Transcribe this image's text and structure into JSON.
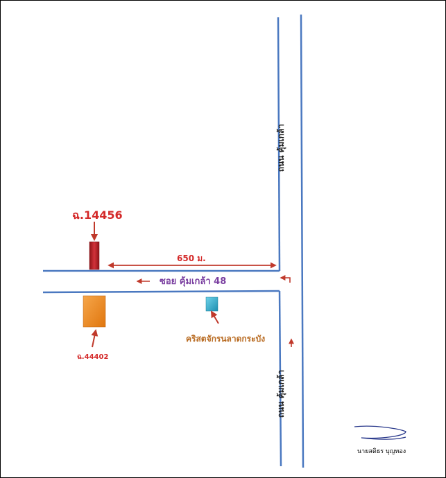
{
  "labels": {
    "plot_a": "ฉ.14456",
    "plot_b": "ฉ.44402",
    "distance": "650 ม.",
    "soi": "ซอย คุ้มเกล้า 48",
    "main_road_top": "ถนน คุ้มเกล้า",
    "main_road_bottom": "ถนน คุ้มเกล้า",
    "church": "คริสตจักรนลาดกระบัง",
    "signature_name": "นายสดิธร บุญทอง"
  },
  "colors": {
    "road_line": "#4a78c0",
    "arrow": "#c0392b",
    "plot_a_fill": "#c0262a",
    "plot_b_fill": "#f18a1e",
    "church_fill": "#29a9c9",
    "soi_text": "#7a3fa0",
    "church_text": "#b86a20"
  }
}
